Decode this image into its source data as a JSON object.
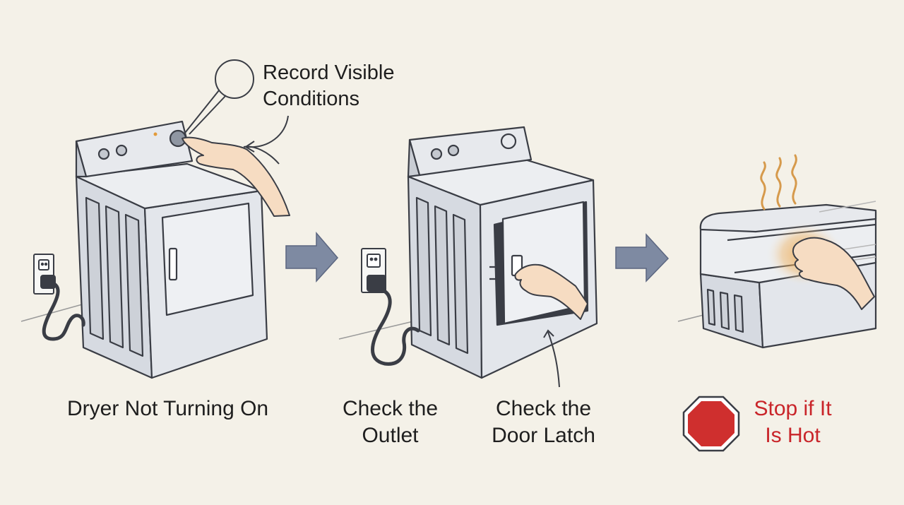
{
  "steps": {
    "dryer_not_turning_on": "Dryer Not Turning On",
    "check_outlet": [
      "Check the",
      "Outlet"
    ],
    "check_door_latch": [
      "Check the",
      "Door Latch"
    ],
    "stop_if_hot": [
      "Stop if It",
      "Is Hot"
    ]
  },
  "callout": [
    "Record Visible",
    "Conditions"
  ],
  "colors": {
    "background": "#f4f1e8",
    "appliance": "#dfe2e7",
    "outline": "#3a3d45",
    "arrow": "#7e8aa2",
    "stop_sign": "#cf2f2e",
    "stop_text": "#c9252a",
    "heat": "#e9a64a",
    "skin": "#f6dcc2"
  },
  "icons": [
    "dryer",
    "wall-outlet",
    "power-cord",
    "hand",
    "arrow-right",
    "stop-sign",
    "heat-waves",
    "speech-bubble"
  ]
}
